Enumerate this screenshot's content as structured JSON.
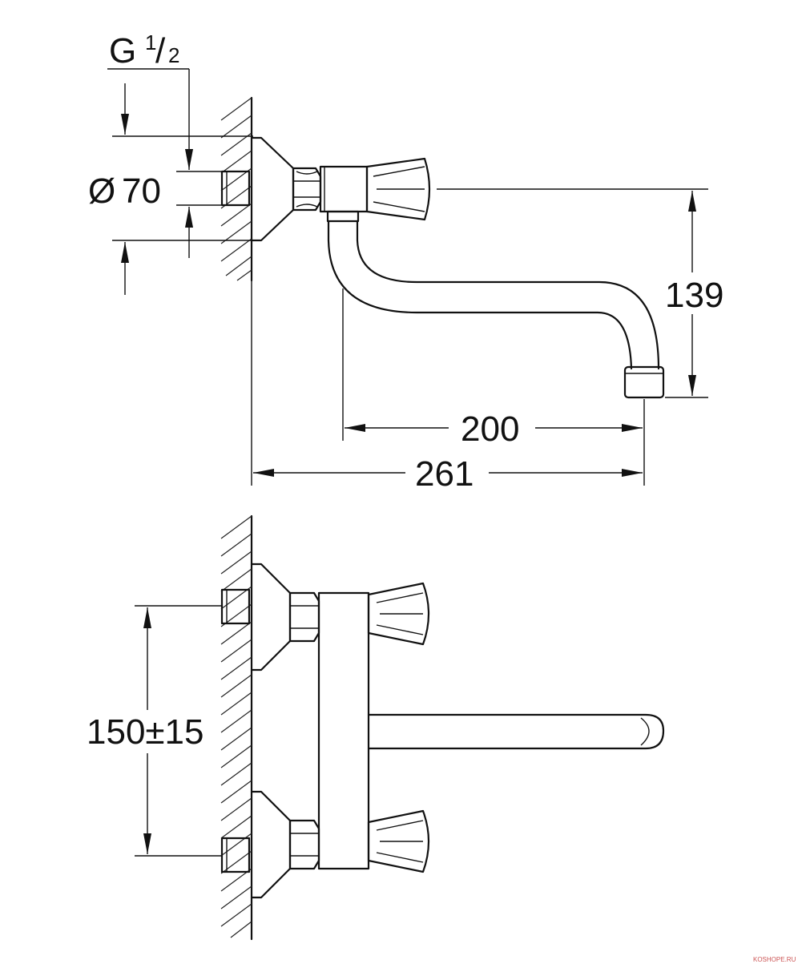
{
  "dimensions": {
    "thread": "G",
    "thread_fraction_num": "1",
    "thread_fraction_den": "2",
    "diameter_symbol": "Ø",
    "diameter": "70",
    "height": "139",
    "spout_reach": "200",
    "total_depth": "261",
    "centers": "150±15"
  },
  "watermark": "KOSHOPE.RU"
}
